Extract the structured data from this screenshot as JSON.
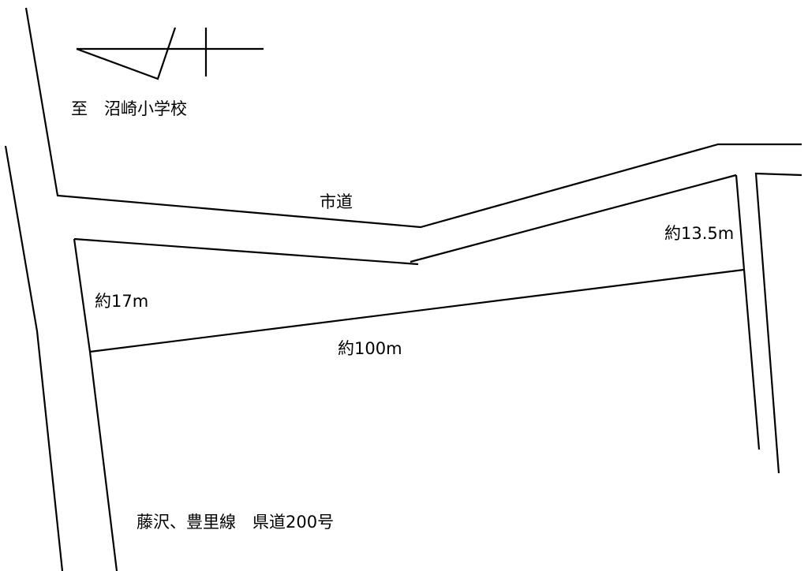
{
  "labels": {
    "destination": "至　沼崎小学校",
    "city_road": "市道",
    "width_right": "約13.5m",
    "width_left": "約17m",
    "length": "約100m",
    "prefectural_road": "藤沢、豊里線　県道200号"
  },
  "colors": {
    "line": "#000000",
    "background": "#ffffff"
  }
}
